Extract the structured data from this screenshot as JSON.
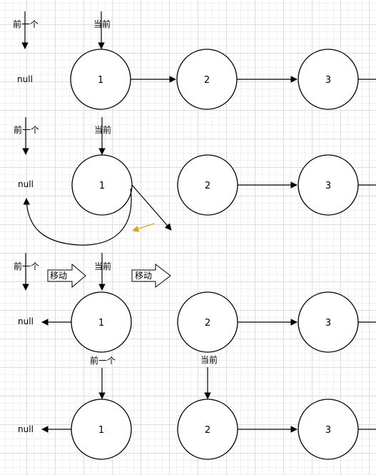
{
  "diagram": {
    "node_labels": [
      "1",
      "2",
      "3"
    ],
    "null_label": "null",
    "prev_label": "前一个",
    "cur_label": "当前",
    "move_label": "移动",
    "accent_color": "#d9a21b"
  }
}
